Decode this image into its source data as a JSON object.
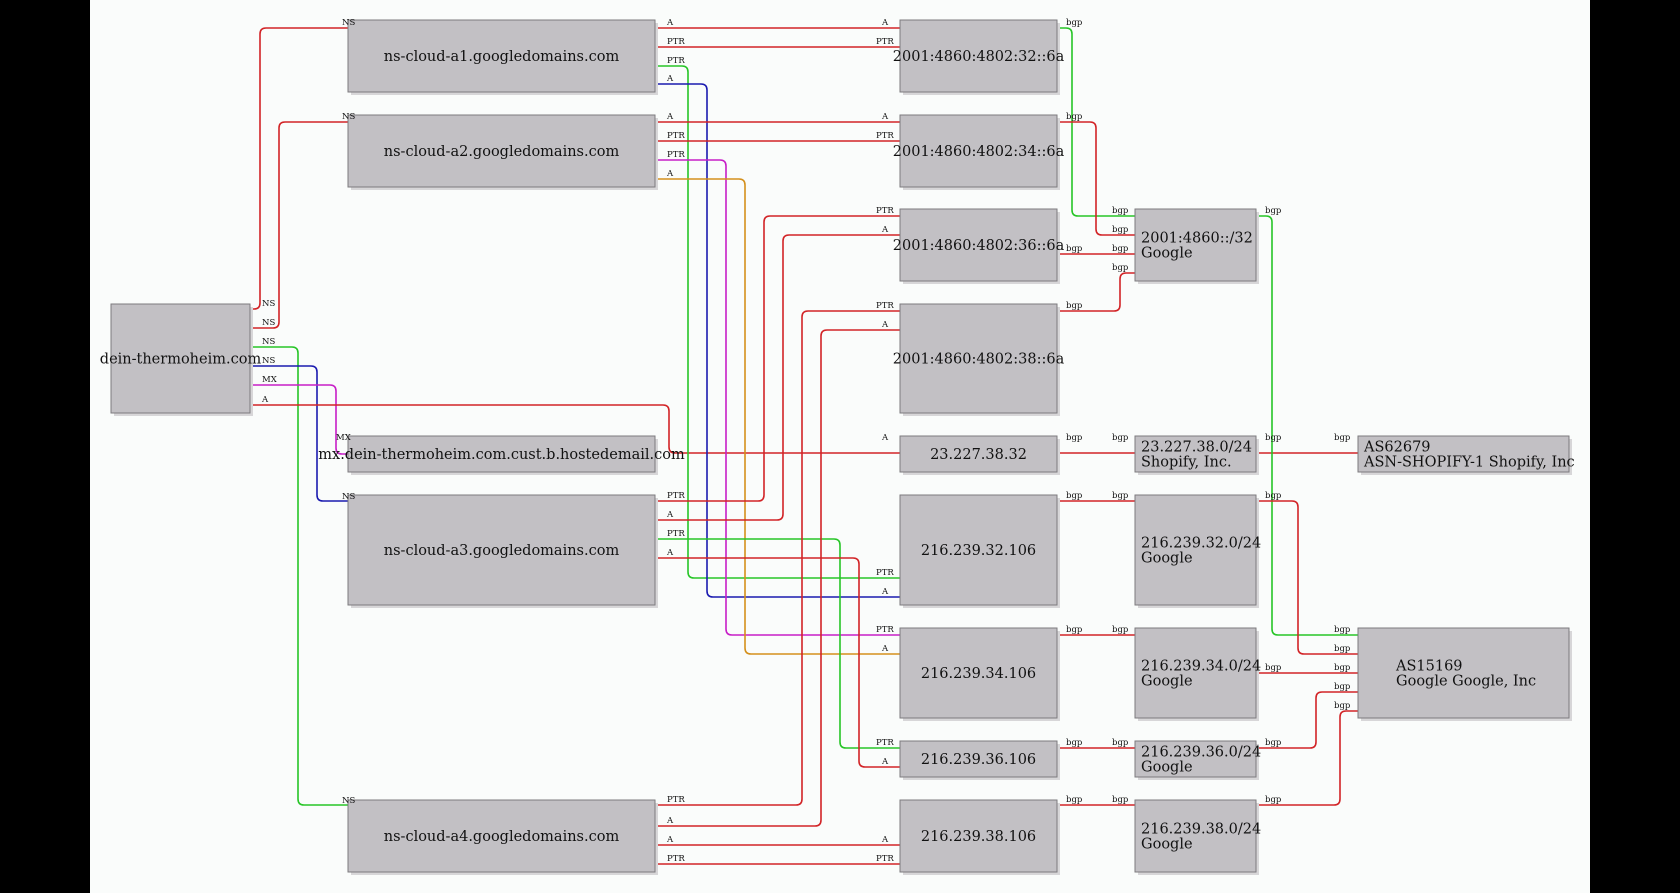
{
  "colors": {
    "red": "#d22427",
    "green": "#27c527",
    "blue": "#1b1bb0",
    "magenta": "#c71fc7",
    "orange": "#d4901c",
    "node_fill": "#c2c0c4",
    "canvas": "#fafcfb",
    "frame": "#000000"
  },
  "nodes": {
    "domain": {
      "lines": [
        "dein-thermoheim.com"
      ]
    },
    "ns_a1": {
      "lines": [
        "ns-cloud-a1.googledomains.com"
      ]
    },
    "ns_a2": {
      "lines": [
        "ns-cloud-a2.googledomains.com"
      ]
    },
    "mx": {
      "lines": [
        "mx.dein-thermoheim.com.cust.b.hostedemail.com"
      ]
    },
    "ns_a3": {
      "lines": [
        "ns-cloud-a3.googledomains.com"
      ]
    },
    "ns_a4": {
      "lines": [
        "ns-cloud-a4.googledomains.com"
      ]
    },
    "ip6_32": {
      "lines": [
        "2001:4860:4802:32::6a"
      ]
    },
    "ip6_34": {
      "lines": [
        "2001:4860:4802:34::6a"
      ]
    },
    "ip6_36": {
      "lines": [
        "2001:4860:4802:36::6a"
      ]
    },
    "ip6_38": {
      "lines": [
        "2001:4860:4802:38::6a"
      ]
    },
    "ip_shop": {
      "lines": [
        "23.227.38.32"
      ]
    },
    "ip_32": {
      "lines": [
        "216.239.32.106"
      ]
    },
    "ip_34": {
      "lines": [
        "216.239.34.106"
      ]
    },
    "ip_36": {
      "lines": [
        "216.239.36.106"
      ]
    },
    "ip_38": {
      "lines": [
        "216.239.38.106"
      ]
    },
    "pfx6": {
      "lines": [
        "2001:4860::/32",
        "Google"
      ]
    },
    "pfx_shop": {
      "lines": [
        "23.227.38.0/24",
        "Shopify, Inc."
      ]
    },
    "pfx_32": {
      "lines": [
        "216.239.32.0/24",
        "Google"
      ]
    },
    "pfx_34": {
      "lines": [
        "216.239.34.0/24",
        "Google"
      ]
    },
    "pfx_36": {
      "lines": [
        "216.239.36.0/24",
        "Google"
      ]
    },
    "pfx_38": {
      "lines": [
        "216.239.38.0/24",
        "Google"
      ]
    },
    "as_shop": {
      "lines": [
        "AS62679",
        "ASN-SHOPIFY-1 Shopify, Inc"
      ]
    },
    "as_google": {
      "lines": [
        "AS15169",
        "Google Google, Inc"
      ]
    }
  },
  "edges": [
    {
      "from": "domain",
      "to": "ns_a1",
      "color": "red",
      "label": "NS"
    },
    {
      "from": "domain",
      "to": "ns_a2",
      "color": "red",
      "label": "NS"
    },
    {
      "from": "domain",
      "to": "ns_a4",
      "color": "green",
      "label": "NS"
    },
    {
      "from": "domain",
      "to": "ns_a3",
      "color": "blue",
      "label": "NS"
    },
    {
      "from": "domain",
      "to": "mx",
      "color": "magenta",
      "label": "MX"
    },
    {
      "from": "domain",
      "to": "ip_shop",
      "color": "red",
      "label": "A"
    },
    {
      "from": "ns_a1",
      "to": "ip6_32",
      "color": "red",
      "label": "A"
    },
    {
      "from": "ns_a1",
      "to": "ip6_32",
      "color": "red",
      "label": "PTR"
    },
    {
      "from": "ns_a1",
      "to": "ip_32",
      "color": "green",
      "label": "PTR"
    },
    {
      "from": "ns_a1",
      "to": "ip_32",
      "color": "blue",
      "label": "A"
    },
    {
      "from": "ns_a2",
      "to": "ip6_34",
      "color": "red",
      "label": "A"
    },
    {
      "from": "ns_a2",
      "to": "ip6_34",
      "color": "red",
      "label": "PTR"
    },
    {
      "from": "ns_a2",
      "to": "ip_34",
      "color": "magenta",
      "label": "PTR"
    },
    {
      "from": "ns_a2",
      "to": "ip_34",
      "color": "orange",
      "label": "A"
    },
    {
      "from": "ns_a3",
      "to": "ip6_36",
      "color": "red",
      "label": "PTR"
    },
    {
      "from": "ns_a3",
      "to": "ip6_36",
      "color": "red",
      "label": "A"
    },
    {
      "from": "ns_a3",
      "to": "ip_36",
      "color": "green",
      "label": "PTR"
    },
    {
      "from": "ns_a3",
      "to": "ip_36",
      "color": "red",
      "label": "A"
    },
    {
      "from": "ns_a4",
      "to": "ip6_38",
      "color": "red",
      "label": "PTR"
    },
    {
      "from": "ns_a4",
      "to": "ip6_38",
      "color": "red",
      "label": "A"
    },
    {
      "from": "ns_a4",
      "to": "ip_38",
      "color": "red",
      "label": "A"
    },
    {
      "from": "ns_a4",
      "to": "ip_38",
      "color": "red",
      "label": "PTR"
    },
    {
      "from": "ip6_32",
      "to": "pfx6",
      "color": "green",
      "label": "bgp"
    },
    {
      "from": "ip6_34",
      "to": "pfx6",
      "color": "red",
      "label": "bgp"
    },
    {
      "from": "ip6_36",
      "to": "pfx6",
      "color": "red",
      "label": "bgp"
    },
    {
      "from": "ip6_38",
      "to": "pfx6",
      "color": "red",
      "label": "bgp"
    },
    {
      "from": "ip_shop",
      "to": "pfx_shop",
      "color": "red",
      "label": "bgp"
    },
    {
      "from": "pfx_shop",
      "to": "as_shop",
      "color": "red",
      "label": "bgp"
    },
    {
      "from": "ip_32",
      "to": "pfx_32",
      "color": "red",
      "label": "bgp"
    },
    {
      "from": "ip_34",
      "to": "pfx_34",
      "color": "red",
      "label": "bgp"
    },
    {
      "from": "ip_36",
      "to": "pfx_36",
      "color": "red",
      "label": "bgp"
    },
    {
      "from": "ip_38",
      "to": "pfx_38",
      "color": "red",
      "label": "bgp"
    },
    {
      "from": "pfx6",
      "to": "as_google",
      "color": "green",
      "label": "bgp"
    },
    {
      "from": "pfx_32",
      "to": "as_google",
      "color": "red",
      "label": "bgp"
    },
    {
      "from": "pfx_34",
      "to": "as_google",
      "color": "red",
      "label": "bgp"
    },
    {
      "from": "pfx_36",
      "to": "as_google",
      "color": "red",
      "label": "bgp"
    },
    {
      "from": "pfx_38",
      "to": "as_google",
      "color": "red",
      "label": "bgp"
    }
  ]
}
